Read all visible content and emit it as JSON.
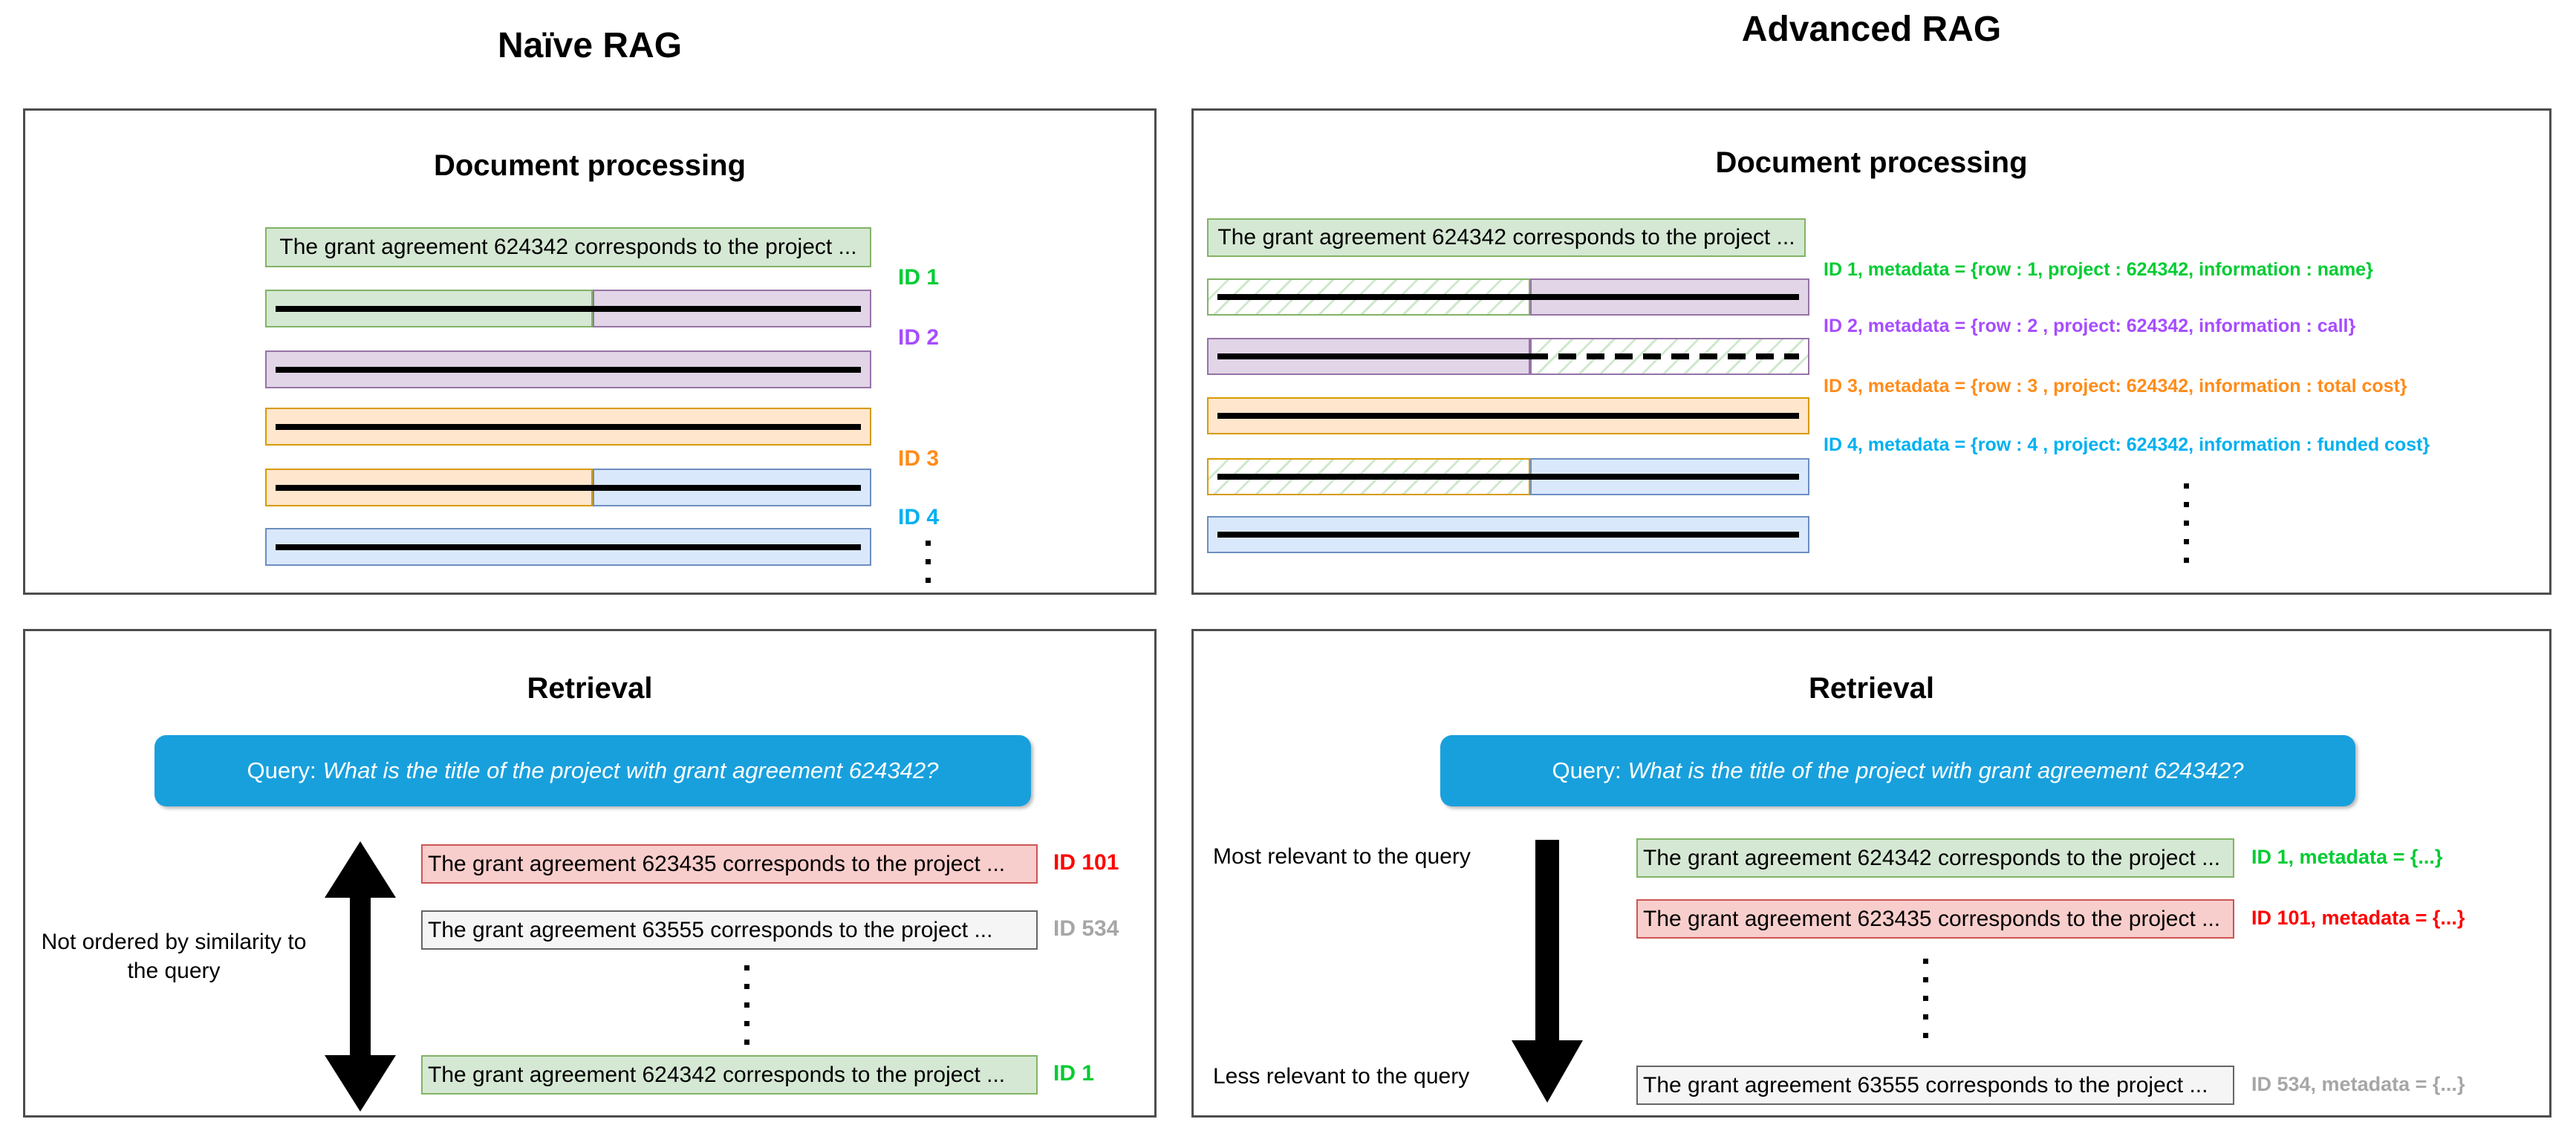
{
  "titles": {
    "left": "Naïve RAG",
    "right": "Advanced RAG"
  },
  "naive": {
    "doc": {
      "heading": "Document processing",
      "source_text": "The grant agreement 624342 corresponds to the project ...",
      "ids": [
        {
          "label": "ID 1",
          "color": "#00cc33"
        },
        {
          "label": "ID 2",
          "color": "#a64dff"
        },
        {
          "label": "ID 3",
          "color": "#ff8c1a"
        },
        {
          "label": "ID 4",
          "color": "#00b0f0"
        }
      ]
    },
    "retrieval": {
      "heading": "Retrieval",
      "query_prefix": "Query:",
      "query_question": "What is the title of the project with grant agreement 624342?",
      "order_note": "Not ordered by similarity to the query",
      "results": [
        {
          "text": "The grant agreement 623435 corresponds to the project ...",
          "id": "ID 101",
          "color": "#ff0000"
        },
        {
          "text": "The grant agreement 63555 corresponds to the project ...",
          "id": "ID 534",
          "color": "#a6a6a6"
        },
        {
          "text": "The grant agreement 624342 corresponds to the project ...",
          "id": "ID 1",
          "color": "#00cc33"
        }
      ]
    }
  },
  "advanced": {
    "doc": {
      "heading": "Document processing",
      "source_text": "The grant agreement 624342 corresponds to the project ...",
      "metadata": [
        {
          "label": "ID 1, metadata = {row : 1, project : 624342, information : name}",
          "color": "#00cc33"
        },
        {
          "label": "ID 2, metadata = {row : 2 , project: 624342, information : call}",
          "color": "#a64dff"
        },
        {
          "label": "ID 3, metadata = {row : 3 , project: 624342, information : total cost}",
          "color": "#ff8c1a"
        },
        {
          "label": "ID 4, metadata = {row : 4 , project: 624342, information : funded cost}",
          "color": "#00b0f0"
        }
      ]
    },
    "retrieval": {
      "heading": "Retrieval",
      "query_prefix": "Query:",
      "query_question": "What is the title of the project with grant agreement 624342?",
      "most_label": "Most relevant to the query",
      "less_label": "Less relevant to the query",
      "results": [
        {
          "text": "The grant agreement 624342 corresponds to the project ...",
          "id": "ID 1, metadata = {...}",
          "color": "#00cc33"
        },
        {
          "text": "The grant agreement 623435 corresponds to the project ...",
          "id": "ID 101, metadata = {...}",
          "color": "#ff0000"
        },
        {
          "text": "The grant agreement 63555 corresponds to the project ...",
          "id": "ID 534, metadata = {...}",
          "color": "#a6a6a6"
        }
      ]
    }
  },
  "colors": {
    "chunk_green_fill": "#d5e8d4",
    "chunk_green_border": "#82b366",
    "chunk_purple_fill": "#e1d5e7",
    "chunk_purple_border": "#9673a6",
    "chunk_orange_fill": "#ffe6cc",
    "chunk_orange_border": "#d79b00",
    "chunk_blue_fill": "#dae8fc",
    "chunk_blue_border": "#6c8ebf",
    "result_red_fill": "#f8cecc",
    "result_red_border": "#cc5555",
    "result_gray_fill": "#f5f5f5",
    "result_gray_border": "#666666",
    "query_blue": "#18a0dd",
    "label_green": "#00cc33",
    "label_violet": "#a64dff",
    "label_orange": "#ff8c1a",
    "label_cyan": "#00b0f0",
    "label_red": "#ff0000",
    "label_gray": "#a6a6a6"
  }
}
